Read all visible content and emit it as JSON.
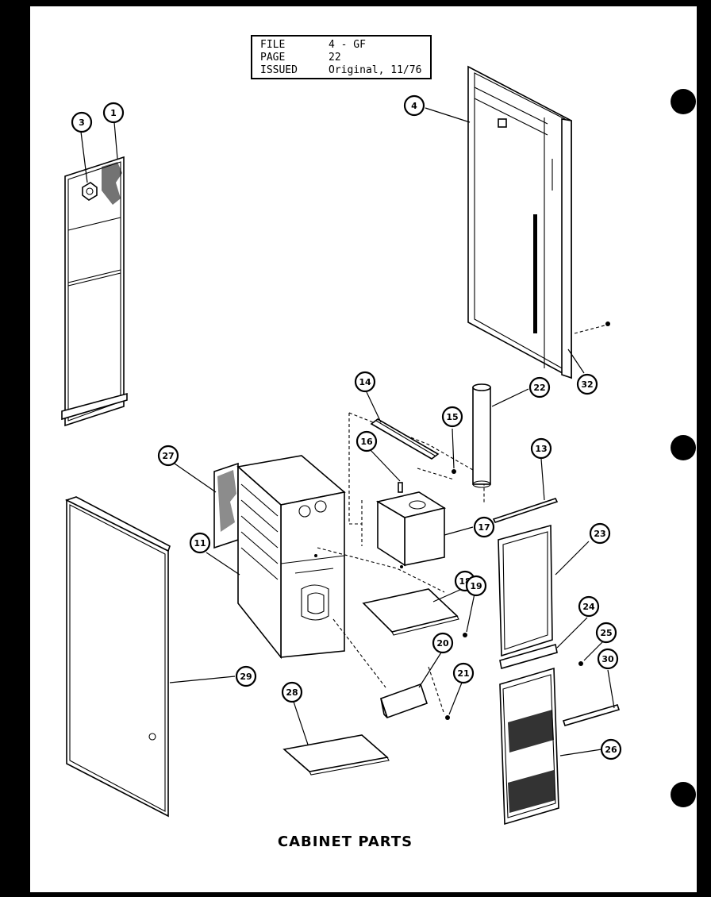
{
  "header": {
    "file_label": "FILE",
    "file_value": "4 - GF",
    "page_label": "PAGE",
    "page_value": "22",
    "issued_label": "ISSUED",
    "issued_value": "Original, 11/76"
  },
  "caption": "CABINET PARTS",
  "callouts": [
    "1",
    "3",
    "4",
    "11",
    "13",
    "14",
    "15",
    "16",
    "17",
    "18",
    "19",
    "20",
    "21",
    "22",
    "23",
    "24",
    "25",
    "26",
    "27",
    "28",
    "29",
    "30",
    "32"
  ],
  "colors": {
    "ink": "#000000",
    "paper": "#ffffff"
  }
}
